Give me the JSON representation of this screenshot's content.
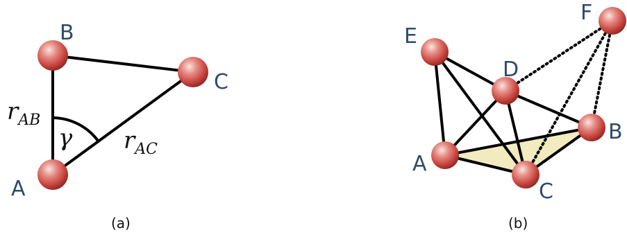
{
  "panel_a": {
    "caption": "(a)",
    "nodes": {
      "A": "A",
      "B": "B",
      "C": "C"
    },
    "angle_symbol": "γ",
    "distance_ab": {
      "main": "r",
      "sub": "AB"
    },
    "distance_ac": {
      "main": "r",
      "sub": "AC"
    }
  },
  "panel_b": {
    "caption": "(b)",
    "nodes": {
      "A": "A",
      "B": "B",
      "C": "C",
      "D": "D",
      "E": "E",
      "F": "F"
    }
  },
  "colors": {
    "atom_base": "#c8433c",
    "atom_light": "#f6c9c5",
    "label": "#2f4a6b",
    "face_fill": "#f1ebbf",
    "edge": "#000000"
  }
}
